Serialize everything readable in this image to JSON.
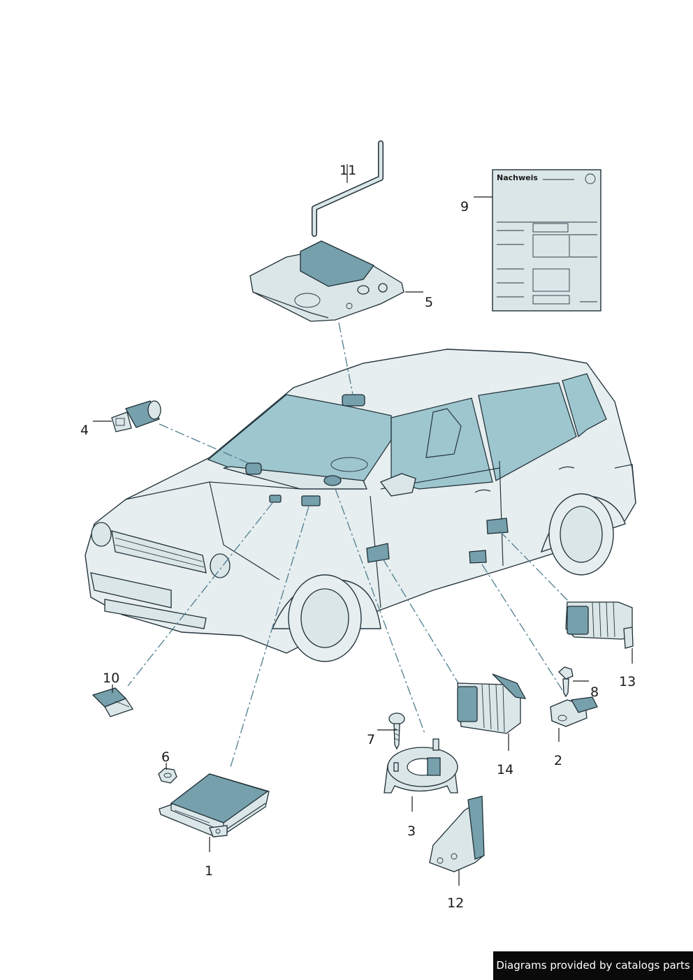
{
  "diagram": {
    "callouts": {
      "p1": "1",
      "p2": "2",
      "p3": "3",
      "p4": "4",
      "p5": "5",
      "p6": "6",
      "p7": "7",
      "p8": "8",
      "p9": "9",
      "p10": "10",
      "p11": "11",
      "p12": "12",
      "p13": "13",
      "p14": "14"
    },
    "document_card_title": "Nachweis",
    "colors": {
      "body": "#e7eef0",
      "glass": "#9ec6cf",
      "accent": "#76a0ac",
      "outline": "#24363d"
    }
  },
  "footer": {
    "credit": "Diagrams provided by catalogs parts"
  }
}
